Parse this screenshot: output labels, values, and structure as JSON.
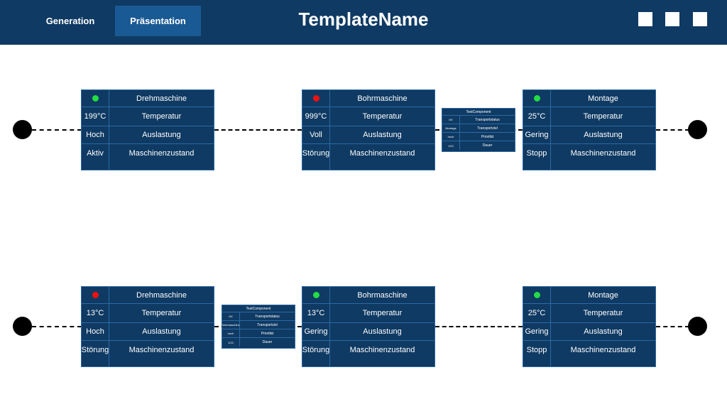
{
  "header": {
    "tabs": [
      {
        "label": "Generation",
        "active": false
      },
      {
        "label": "Präsentation",
        "active": true
      }
    ],
    "title": "TemplateName",
    "window_buttons": 3
  },
  "colors": {
    "bar": "#0f3a63",
    "active_tab": "#1a5a94",
    "status_green": "#22dd44",
    "status_red": "#ee1111"
  },
  "lines": [
    {
      "machines": [
        {
          "name": "Drehmaschine",
          "status": "green",
          "temperatur": "199°C",
          "auslastung": "Hoch",
          "zustand": "Aktiv",
          "labels": {
            "temperatur": "Temperatur",
            "auslastung": "Auslastung",
            "zustand": "Maschinenzustand"
          }
        },
        {
          "name": "Bohrmaschine",
          "status": "red",
          "temperatur": "999°C",
          "auslastung": "Voll",
          "zustand": "Störung",
          "labels": {
            "temperatur": "Temperatur",
            "auslastung": "Auslastung",
            "zustand": "Maschinenzustand"
          }
        },
        {
          "name": "Montage",
          "status": "green",
          "temperatur": "25°C",
          "auslastung": "Gering",
          "zustand": "Stopp",
          "labels": {
            "temperatur": "Temperatur",
            "auslastung": "Auslastung",
            "zustand": "Maschinenzustand"
          }
        }
      ],
      "transport": {
        "title": "TestComponent",
        "rows": [
          {
            "value": "OK",
            "label": "Transportstatus"
          },
          {
            "value": "Montage",
            "label": "Transportziel"
          },
          {
            "value": "hoch",
            "label": "Priorität"
          },
          {
            "value": "1/12",
            "label": "Dauer"
          }
        ]
      }
    },
    {
      "machines": [
        {
          "name": "Drehmaschine",
          "status": "red",
          "temperatur": "13°C",
          "auslastung": "Hoch",
          "zustand": "Störung",
          "labels": {
            "temperatur": "Temperatur",
            "auslastung": "Auslastung",
            "zustand": "Maschinenzustand"
          }
        },
        {
          "name": "Bohrmaschine",
          "status": "green",
          "temperatur": "13°C",
          "auslastung": "Gering",
          "zustand": "Störung",
          "labels": {
            "temperatur": "Temperatur",
            "auslastung": "Auslastung",
            "zustand": "Maschinenzustand"
          }
        },
        {
          "name": "Montage",
          "status": "green",
          "temperatur": "25°C",
          "auslastung": "Gering",
          "zustand": "Stopp",
          "labels": {
            "temperatur": "Temperatur",
            "auslastung": "Auslastung",
            "zustand": "Maschinenzustand"
          }
        }
      ],
      "transport": {
        "title": "TestComponent",
        "rows": [
          {
            "value": "OK",
            "label": "Transportstatus"
          },
          {
            "value": "Bohrmaschine",
            "label": "Transportziel"
          },
          {
            "value": "hoch",
            "label": "Priorität"
          },
          {
            "value": "1/12",
            "label": "Dauer"
          }
        ]
      }
    }
  ]
}
